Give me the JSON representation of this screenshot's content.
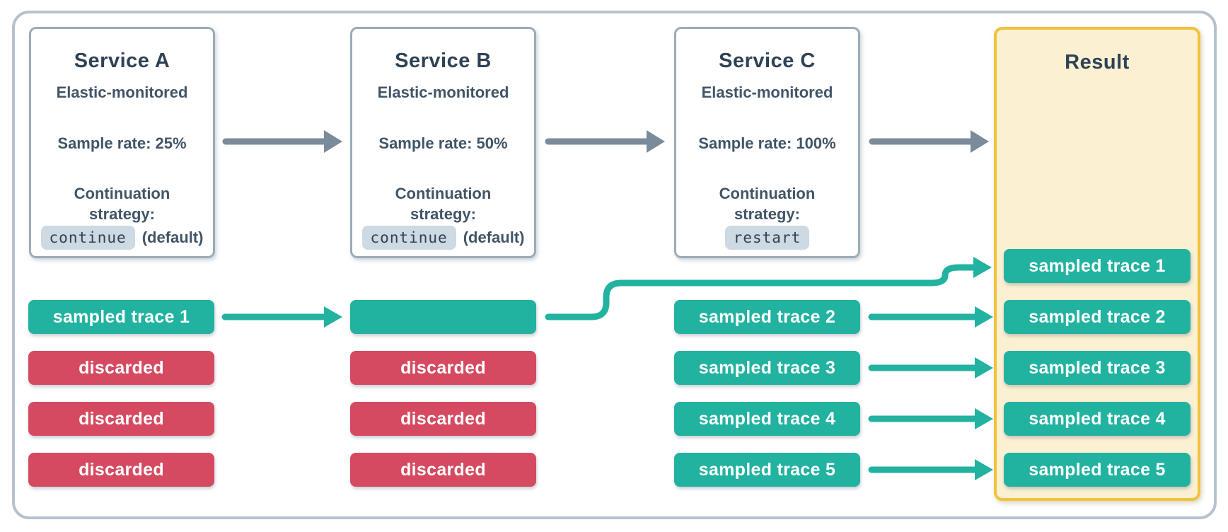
{
  "colors": {
    "background": "#ffffff",
    "outer_border": "#b5c2ce",
    "box_border": "#9cabb9",
    "navy": "#2e4256",
    "body_text": "#415568",
    "code_bg": "#cdd9e3",
    "teal": "#22b2a0",
    "red": "#d54a60",
    "gray_arrow": "#7a8b9b",
    "result_border": "#f3c13b",
    "result_bg": "#fbf0d2",
    "pill_text": "#ffffff"
  },
  "services": [
    {
      "title": "Service A",
      "monitoring": "Elastic-monitored",
      "sample_rate": "Sample rate: 25%",
      "strategy_label_line1": "Continuation",
      "strategy_label_line2": "strategy:",
      "strategy_value": "continue",
      "strategy_note": "(default)"
    },
    {
      "title": "Service B",
      "monitoring": "Elastic-monitored",
      "sample_rate": "Sample rate: 50%",
      "strategy_label_line1": "Continuation",
      "strategy_label_line2": "strategy:",
      "strategy_value": "continue",
      "strategy_note": "(default)"
    },
    {
      "title": "Service C",
      "monitoring": "Elastic-monitored",
      "sample_rate": "Sample rate: 100%",
      "strategy_label_line1": "Continuation",
      "strategy_label_line2": "strategy:",
      "strategy_value": "restart",
      "strategy_note": ""
    }
  ],
  "trace_rows": {
    "service_a": [
      {
        "label": "sampled trace 1",
        "type": "sampled"
      },
      {
        "label": "discarded",
        "type": "discarded"
      },
      {
        "label": "discarded",
        "type": "discarded"
      },
      {
        "label": "discarded",
        "type": "discarded"
      }
    ],
    "service_b": [
      {
        "label": "",
        "type": "sampled"
      },
      {
        "label": "discarded",
        "type": "discarded"
      },
      {
        "label": "discarded",
        "type": "discarded"
      },
      {
        "label": "discarded",
        "type": "discarded"
      }
    ],
    "service_c": [
      {
        "label": "sampled trace 2",
        "type": "sampled"
      },
      {
        "label": "sampled trace 3",
        "type": "sampled"
      },
      {
        "label": "sampled trace 4",
        "type": "sampled"
      },
      {
        "label": "sampled trace 5",
        "type": "sampled"
      }
    ]
  },
  "result": {
    "title": "Result",
    "pills": [
      "sampled trace 1",
      "sampled trace 2",
      "sampled trace 3",
      "sampled trace 4",
      "sampled trace 5"
    ]
  }
}
